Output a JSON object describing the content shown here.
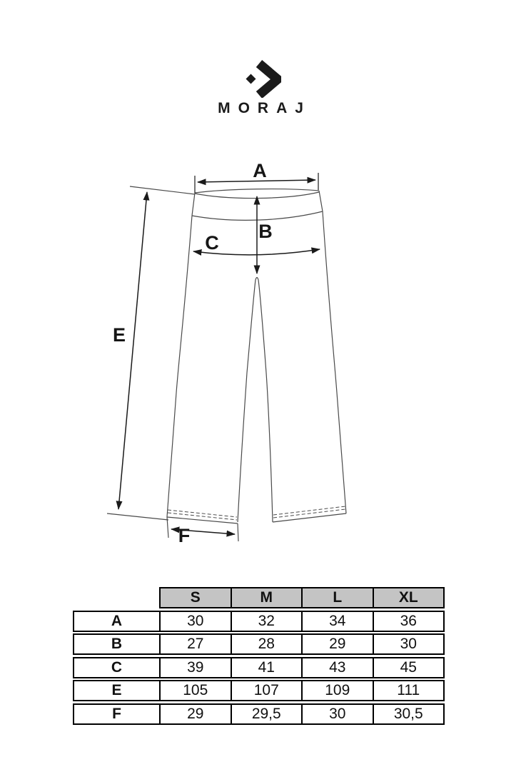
{
  "brand": {
    "name": "MORAJ",
    "logo_icon": "chevron-diamond"
  },
  "diagram": {
    "type": "garment-measurement-diagram",
    "garment": "flared-pants-front-view",
    "labels": {
      "A": "A",
      "B": "B",
      "C": "C",
      "E": "E",
      "F": "F"
    }
  },
  "size_table": {
    "columns": [
      "S",
      "M",
      "L",
      "XL"
    ],
    "rows": [
      {
        "label": "A",
        "values": [
          "30",
          "32",
          "34",
          "36"
        ]
      },
      {
        "label": "B",
        "values": [
          "27",
          "28",
          "29",
          "30"
        ]
      },
      {
        "label": "C",
        "values": [
          "39",
          "41",
          "43",
          "45"
        ]
      },
      {
        "label": "E",
        "values": [
          "105",
          "107",
          "109",
          "111"
        ]
      },
      {
        "label": "F",
        "values": [
          "29",
          "29,5",
          "30",
          "30,5"
        ]
      }
    ]
  },
  "colors": {
    "background": "#ffffff",
    "garment_line": "#4a4a4a",
    "dimension_line": "#1a1a1a",
    "table_border": "#000000",
    "table_header_bg": "#c4c4c4",
    "text": "#111111"
  }
}
